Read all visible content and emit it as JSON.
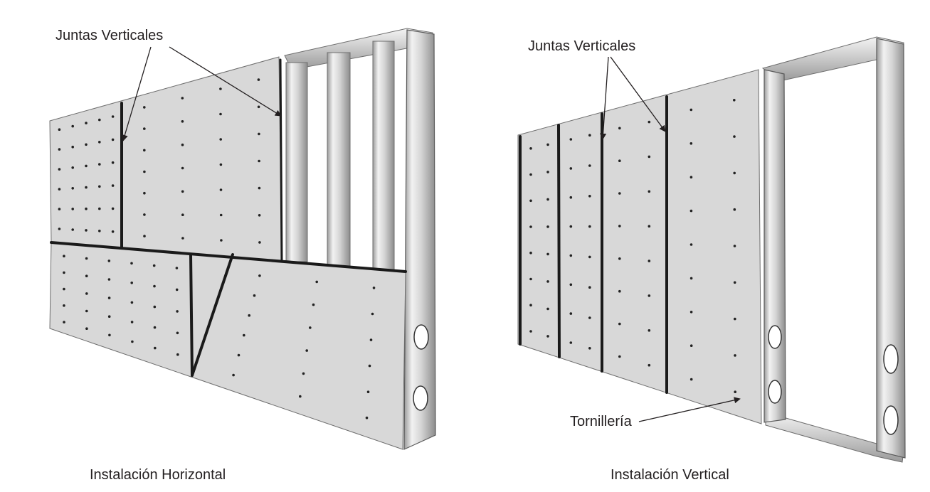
{
  "left_diagram": {
    "callout": "Juntas Verticales",
    "caption": "Instalación  Horizontal"
  },
  "right_diagram": {
    "callout": "Juntas Verticales",
    "screws_label": "Tornillería",
    "caption": "Instalación  Vertical"
  },
  "colors": {
    "board": "#d8d8d8",
    "board_edge": "#6e6e6e",
    "joint": "#1a1a1a",
    "steel_light": "#eeeeee",
    "steel_mid": "#bdbdbd",
    "steel_dark": "#8a8a8a",
    "text": "#231f20"
  }
}
